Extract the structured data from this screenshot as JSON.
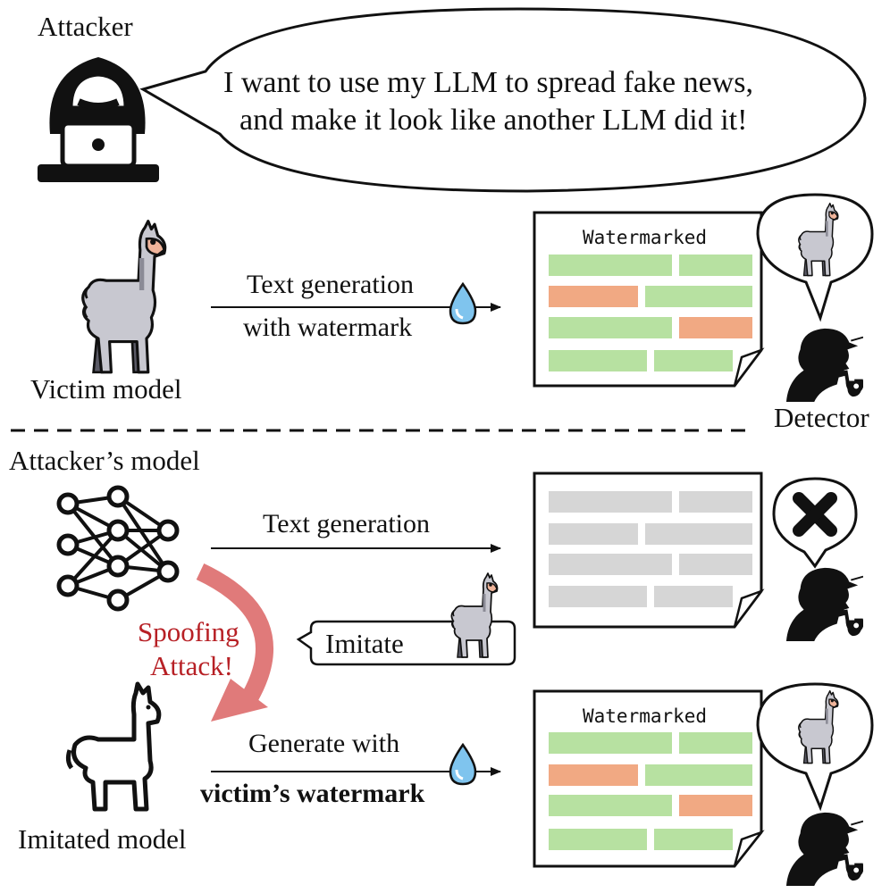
{
  "attacker": {
    "label": "Attacker",
    "speech_line1": "I want to use my LLM to spread fake news,",
    "speech_line2": "and make it look like another LLM did it!"
  },
  "victim": {
    "label": "Victim model",
    "arrow_line1": "Text generation",
    "arrow_line2": "with watermark",
    "doc_title": "Watermarked",
    "detector_label": "Detector"
  },
  "attacker_model": {
    "label": "Attacker’s model",
    "arrow_label": "Text generation",
    "imitate_label": "Imitate",
    "spoofing_line1": "Spoofing",
    "spoofing_line2": "Attack!"
  },
  "imitated": {
    "label": "Imitated model",
    "arrow_line1": "Generate with",
    "arrow_line2": "victim’s watermark",
    "doc_title": "Watermarked"
  },
  "colors": {
    "green_token": "#b7e1a1",
    "orange_token": "#f1a983",
    "gray_token": "#d6d6d6",
    "spoof_arrow": "#e07a7a",
    "spoof_text": "#b72025",
    "drop_fill": "#7fc4ee",
    "llama_body": "#c8c8d0"
  },
  "icons": [
    "hacker-icon",
    "llama-icon",
    "water-drop-icon",
    "neural-network-icon",
    "detective-icon",
    "cross-icon",
    "imitated-llama-icon"
  ]
}
